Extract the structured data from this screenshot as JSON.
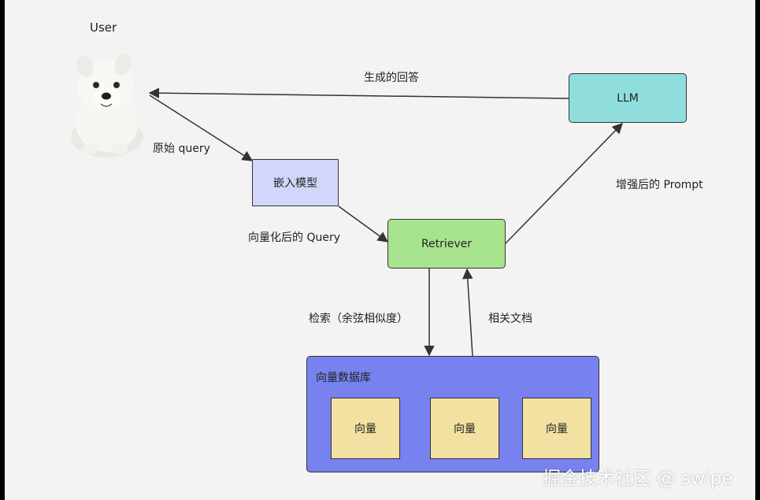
{
  "user": {
    "label": "User"
  },
  "nodes": {
    "embed_model": "嵌入模型",
    "retriever": "Retriever",
    "llm": "LLM"
  },
  "edges": {
    "original_query": "原始 query",
    "vectorized_query": "向量化后的 Query",
    "augmented_prompt": "增强后的 Prompt",
    "generated_answer": "生成的回答",
    "search_similarity": "检索（余弦相似度）",
    "related_docs": "相关文档"
  },
  "vector_db": {
    "title": "向量数据库",
    "vectors": [
      "向量",
      "向量",
      "向量"
    ]
  },
  "watermark": "掘金技术社区 @ swipe",
  "colors": {
    "embed_model": "#d3d6fb",
    "retriever": "#a8e48e",
    "llm": "#8fdedd",
    "vector_db": "#7782ef",
    "vector": "#f3e1a2"
  }
}
